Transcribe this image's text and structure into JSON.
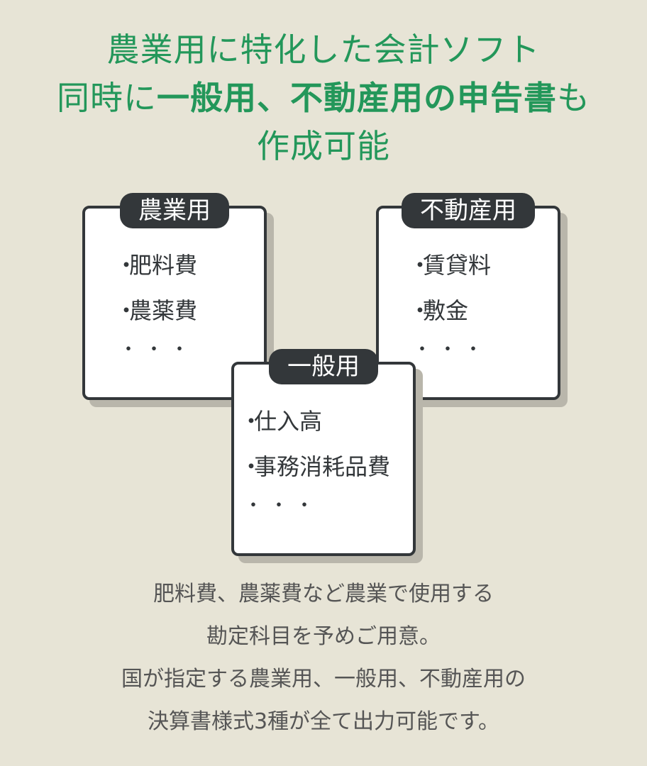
{
  "headline": {
    "line1": "農業用に特化した会計ソフト",
    "line2_prefix": "同時に",
    "line2_bold1": "一般用、不動産用の申告書",
    "line2_suffix": "も",
    "line3": "作成可能",
    "color": "#23975a"
  },
  "cards": {
    "agri": {
      "label": "農業用",
      "items": [
        "肥料費",
        "農薬費"
      ],
      "more": "・・・"
    },
    "realestate": {
      "label": "不動産用",
      "items": [
        "賃貸料",
        "敷金"
      ],
      "more": "・・・"
    },
    "general": {
      "label": "一般用",
      "items": [
        "仕入高",
        "事務消耗品費"
      ],
      "more": "・・・"
    }
  },
  "bullet": "・",
  "description": {
    "line1": "肥料費、農薬費など農業で使用する",
    "line2": "勘定科目を予めご用意。",
    "line3": "国が指定する農業用、一般用、不動産用の",
    "line4": "決算書様式3種が全て出力可能です。"
  }
}
